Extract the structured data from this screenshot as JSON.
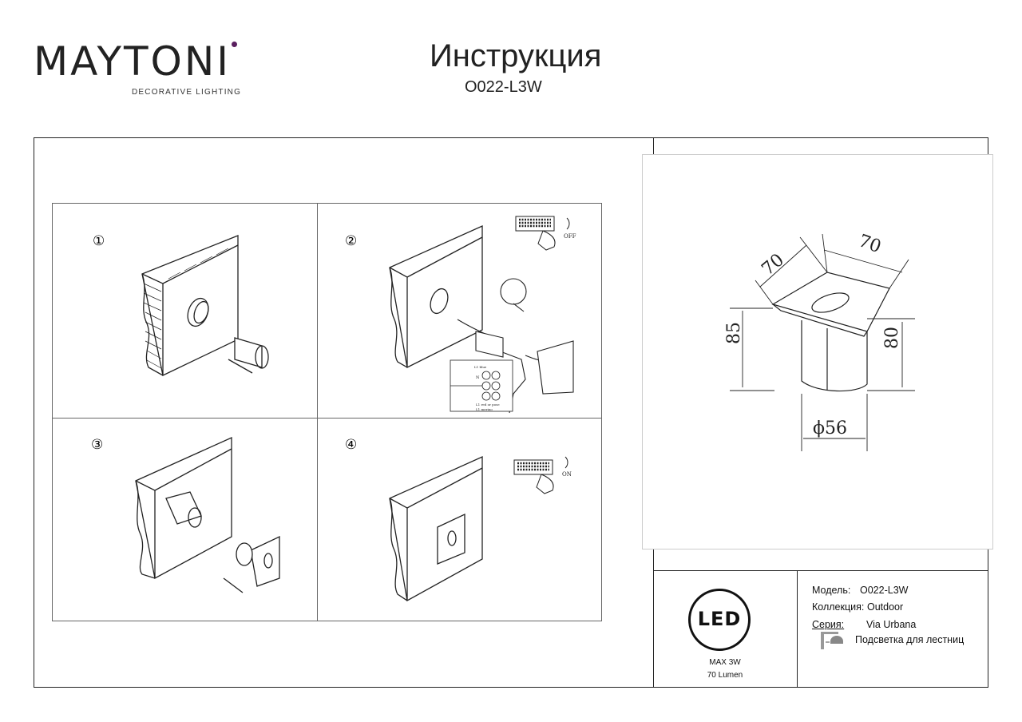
{
  "header": {
    "brand": "MAYTONI",
    "brand_tagline": "DECORATIVE LIGHTING",
    "doc_title": "Инструкция",
    "model_code": "O022-L3W"
  },
  "steps": [
    {
      "number": "①"
    },
    {
      "number": "②",
      "switch_state": "OFF"
    },
    {
      "number": "③"
    },
    {
      "number": "④",
      "switch_state": "ON"
    }
  ],
  "wiring_labels": [
    "L1 blue",
    "N",
    "L1 red or pose",
    "L1 merino"
  ],
  "dimensions": {
    "width_left": "70",
    "width_right": "70",
    "height_total": "85",
    "height_body": "80",
    "diameter": "ϕ56"
  },
  "led_badge": {
    "label": "LED",
    "power": "MAX 3W",
    "lumen": "70 Lumen"
  },
  "specs": {
    "model_label": "Модель:",
    "model_value": "O022-L3W",
    "collection_label": "Коллекция:",
    "collection_value": "Outdoor",
    "series_label": "Серия:",
    "series_value": "Via Urbana",
    "application_icon": "stair-light-icon",
    "application": "Подсветка для лестниц"
  },
  "colors": {
    "brand_accent": "#5a1f5f",
    "line": "#222222"
  }
}
